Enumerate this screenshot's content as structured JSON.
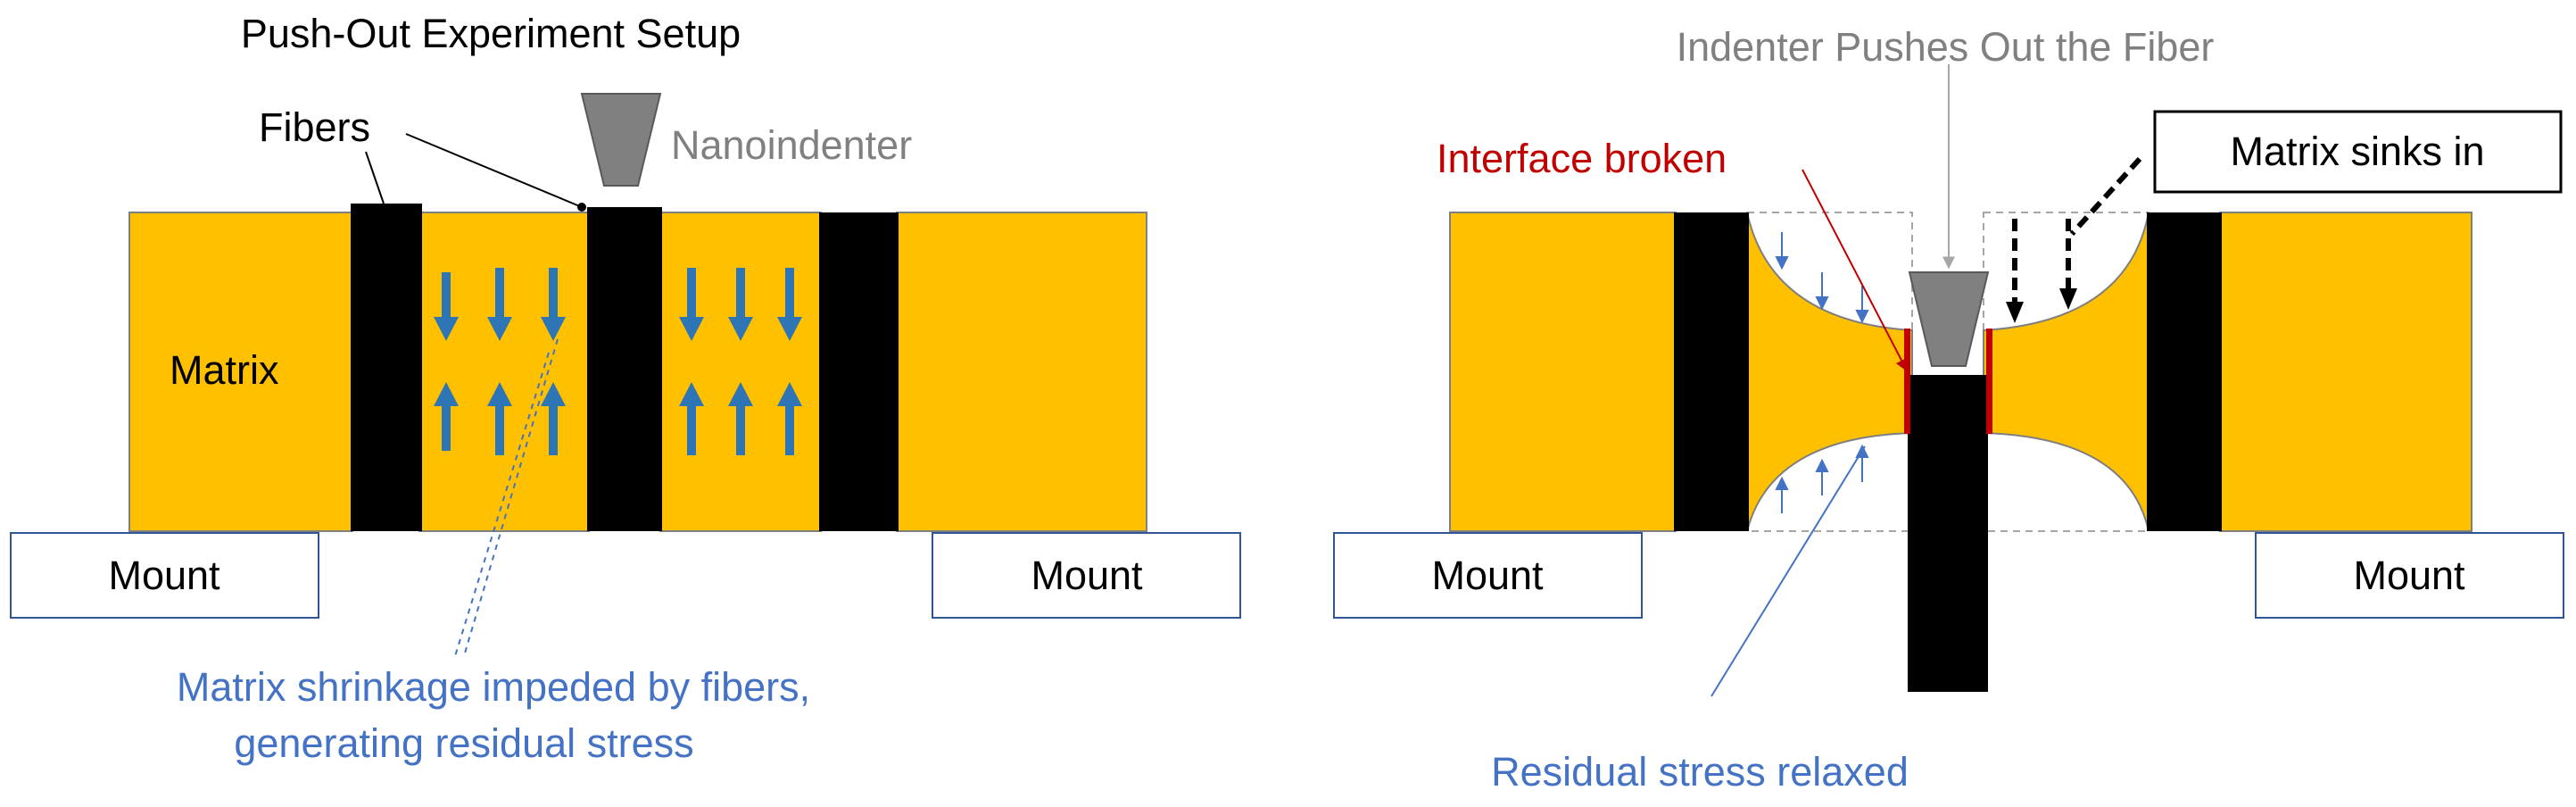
{
  "left_panel": {
    "title": "Push-Out Experiment Setup",
    "fibers_label": "Fibers",
    "nanoindenter_label": "Nanoindenter",
    "matrix_label": "Matrix",
    "mount_left_label": "Mount",
    "mount_right_label": "Mount",
    "caption_line1": "Matrix shrinkage impeded by fibers,",
    "caption_line2": "generating residual stress"
  },
  "right_panel": {
    "title": "Indenter Pushes Out the Fiber",
    "interface_label": "Interface broken",
    "sink_label": "Matrix sinks in",
    "mount_left_label": "Mount",
    "mount_right_label": "Mount",
    "relaxed_label": "Residual stress relaxed"
  },
  "colors": {
    "matrix": "#FFC000",
    "fiber": "#000000",
    "indenter": "#808080",
    "blue_arrow": "#2E75B6",
    "caption_blue": "#4472C4",
    "interface_red": "#C00000",
    "mount_border": "#2F5597"
  }
}
